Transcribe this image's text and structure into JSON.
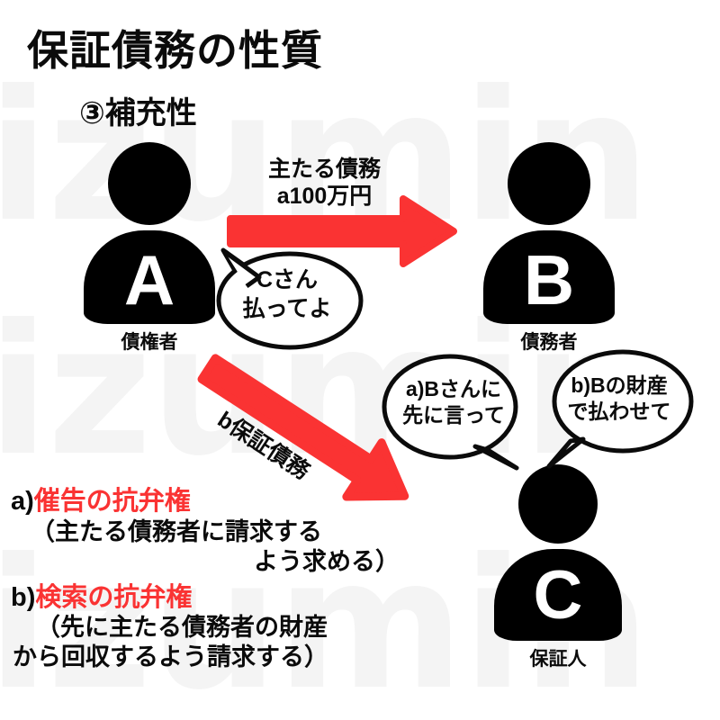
{
  "page": {
    "title": "保証債務の性質",
    "subtitle": "③補充性",
    "watermark": "izumin",
    "colors": {
      "arrow_red": "#fa3333",
      "accent_red": "#fa3333",
      "figure_black": "#000000",
      "background": "#ffffff",
      "watermark_gray": "#f4f4f4"
    }
  },
  "actors": [
    {
      "id": "a",
      "letter": "A",
      "caption": "債権者"
    },
    {
      "id": "b",
      "letter": "B",
      "caption": "債務者"
    },
    {
      "id": "c",
      "letter": "C",
      "caption": "保証人"
    }
  ],
  "arrows": [
    {
      "id": "main",
      "from": "A",
      "to": "B",
      "direction": "right",
      "label_line1": "主たる債務",
      "label_line2": "a100万円"
    },
    {
      "id": "sub",
      "from": "A",
      "to": "C",
      "direction": "down-right",
      "label": "b保証債務"
    }
  ],
  "bubbles": [
    {
      "id": "a",
      "speaker": "A",
      "line1": "Cさん",
      "line2": "払ってよ"
    },
    {
      "id": "b1",
      "speaker": "C",
      "line1": "a)Bさんに",
      "line2": "先に言って"
    },
    {
      "id": "b2",
      "speaker": "C",
      "line1": "b)Bの財産",
      "line2": "で払わせて"
    }
  ],
  "notes": [
    {
      "marker": "a)",
      "name": "催告の抗弁権",
      "body_line1": "（主たる債務者に請求する",
      "body_line2": "よう求める）"
    },
    {
      "marker": "b)",
      "name": "検索の抗弁権",
      "body_line1": "（先に主たる債務者の財産",
      "body_line2": "から回収するよう請求する）"
    }
  ]
}
